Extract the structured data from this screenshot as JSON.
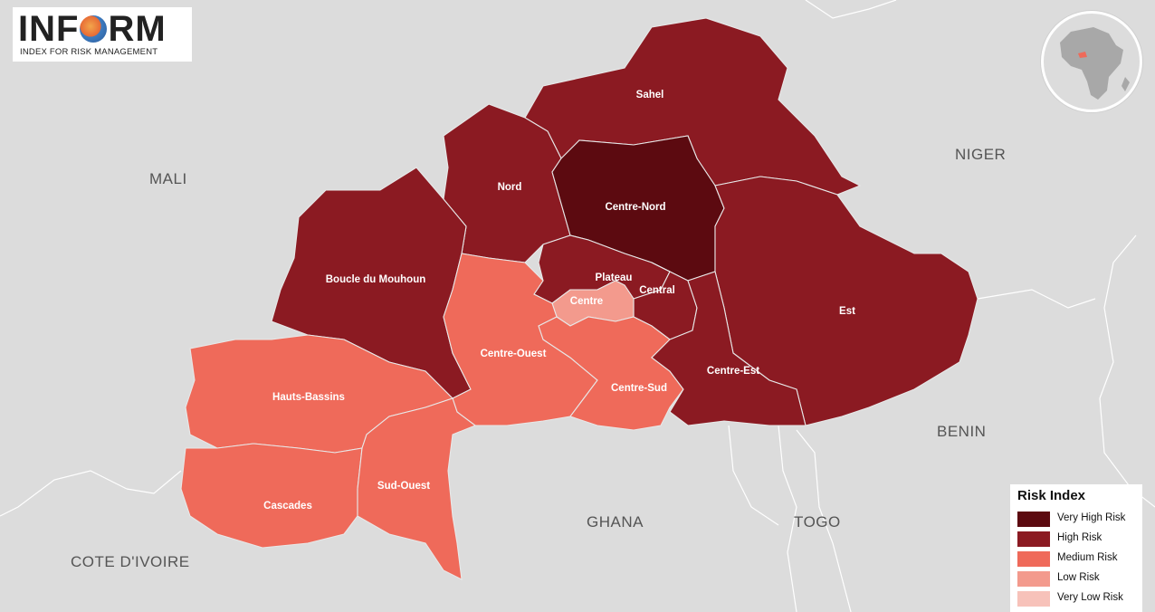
{
  "logo": {
    "word": "INF RM",
    "word_left": "INF",
    "word_right": "RM",
    "tagline": "INDEX FOR RISK MANAGEMENT"
  },
  "countries": {
    "mali": "MALI",
    "niger": "NIGER",
    "benin": "BENIN",
    "togo": "TOGO",
    "ghana": "GHANA",
    "cote": "COTE D'IVOIRE"
  },
  "regions": {
    "sahel": {
      "label": "Sahel",
      "risk": "High Risk"
    },
    "nord": {
      "label": "Nord",
      "risk": "High Risk"
    },
    "centre_nord": {
      "label": "Centre-Nord",
      "risk": "Very High Risk"
    },
    "est": {
      "label": "Est",
      "risk": "High Risk"
    },
    "boucle": {
      "label": "Boucle du Mouhoun",
      "risk": "High Risk"
    },
    "plateau": {
      "label": "Plateau",
      "risk": "High Risk"
    },
    "central": {
      "label": "Central",
      "risk": "High Risk"
    },
    "centre": {
      "label": "Centre",
      "risk": "Low Risk"
    },
    "centre_ouest": {
      "label": "Centre-Ouest",
      "risk": "Medium Risk"
    },
    "centre_sud": {
      "label": "Centre-Sud",
      "risk": "Medium Risk"
    },
    "centre_est": {
      "label": "Centre-Est",
      "risk": "High Risk"
    },
    "hauts_bassins": {
      "label": "Hauts-Bassins",
      "risk": "Medium Risk"
    },
    "cascades": {
      "label": "Cascades",
      "risk": "Medium Risk"
    },
    "sud_ouest": {
      "label": "Sud-Ouest",
      "risk": "Medium Risk"
    }
  },
  "legend": {
    "title": "Risk Index",
    "items": [
      {
        "label": "Very High Risk",
        "color": "#5c0a10"
      },
      {
        "label": "High Risk",
        "color": "#8b1a22"
      },
      {
        "label": "Medium Risk",
        "color": "#ef6a5a"
      },
      {
        "label": "Low Risk",
        "color": "#f39a8d"
      },
      {
        "label": "Very Low Risk",
        "color": "#f7c2ba"
      }
    ]
  },
  "colors": {
    "background": "#dcdcdc",
    "border": "#ffffff"
  }
}
